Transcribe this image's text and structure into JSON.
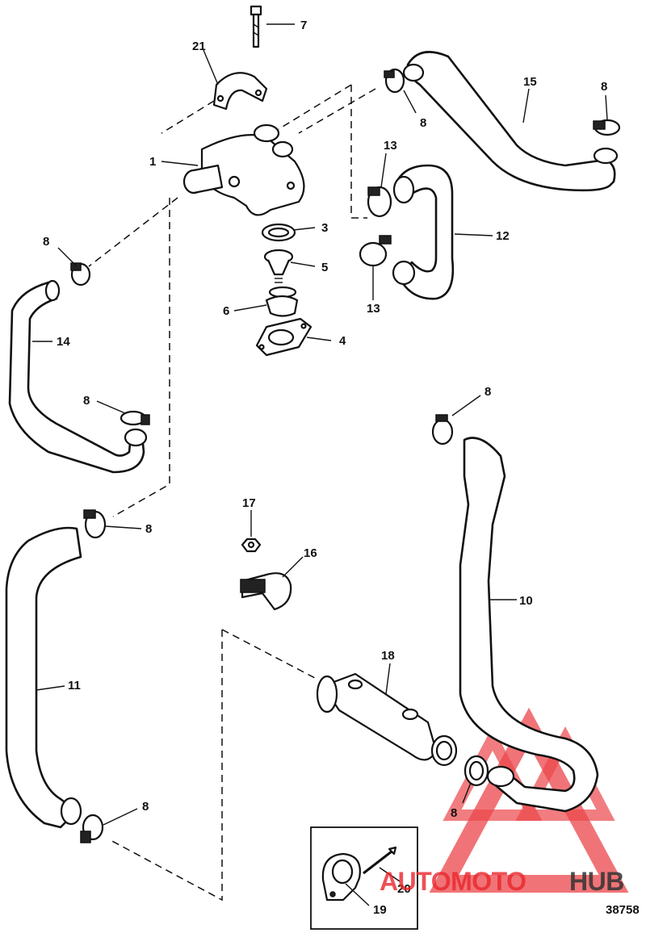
{
  "figure_id": "38758",
  "watermark": {
    "text_part1": "AUTOMOTO",
    "text_part2": "HUB",
    "color_primary": "#e8262b",
    "color_secondary": "#333333",
    "color_accent": "#f4a06b"
  },
  "callouts": {
    "c1": "1",
    "c3": "3",
    "c4": "4",
    "c5": "5",
    "c6": "6",
    "c7": "7",
    "c8a": "8",
    "c8b": "8",
    "c8c": "8",
    "c8d": "8",
    "c8e": "8",
    "c8f": "8",
    "c8g": "8",
    "c8h": "8",
    "c10": "10",
    "c11": "11",
    "c12": "12",
    "c13a": "13",
    "c13b": "13",
    "c14": "14",
    "c15": "15",
    "c16": "16",
    "c17": "17",
    "c18": "18",
    "c19": "19",
    "c20": "20",
    "c21": "21"
  }
}
